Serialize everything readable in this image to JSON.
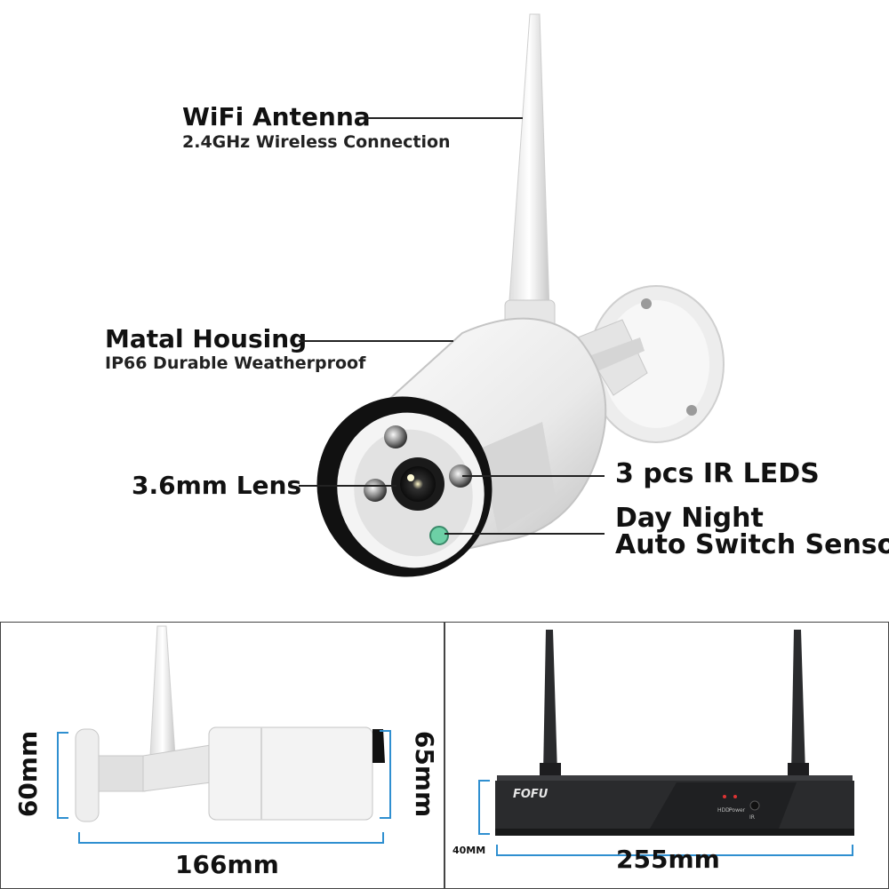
{
  "callouts": {
    "antenna_title": "WiFi Antenna",
    "antenna_sub": "2.4GHz Wireless Connection",
    "housing_title": "Matal Housing",
    "housing_sub": "IP66 Durable Weatherproof",
    "lens": "3.6mm Lens",
    "ir_leds": "3 pcs IR LEDS",
    "sensor_line1": "Day Night",
    "sensor_line2": "Auto Switch Sensor"
  },
  "camera_dimensions": {
    "height_left": "60mm",
    "height_right": "65mm",
    "length": "166mm"
  },
  "nvr_dimensions": {
    "height": "40MM",
    "width": "255mm"
  },
  "nvr_front": {
    "brand": "FOFU",
    "indicator_labels": [
      "HDD",
      "Power",
      "IR"
    ]
  },
  "colors": {
    "dimension_line": "#2f8fd0",
    "nvr_body": "#2a2b2d",
    "camera_body": "#f2f2f2"
  }
}
